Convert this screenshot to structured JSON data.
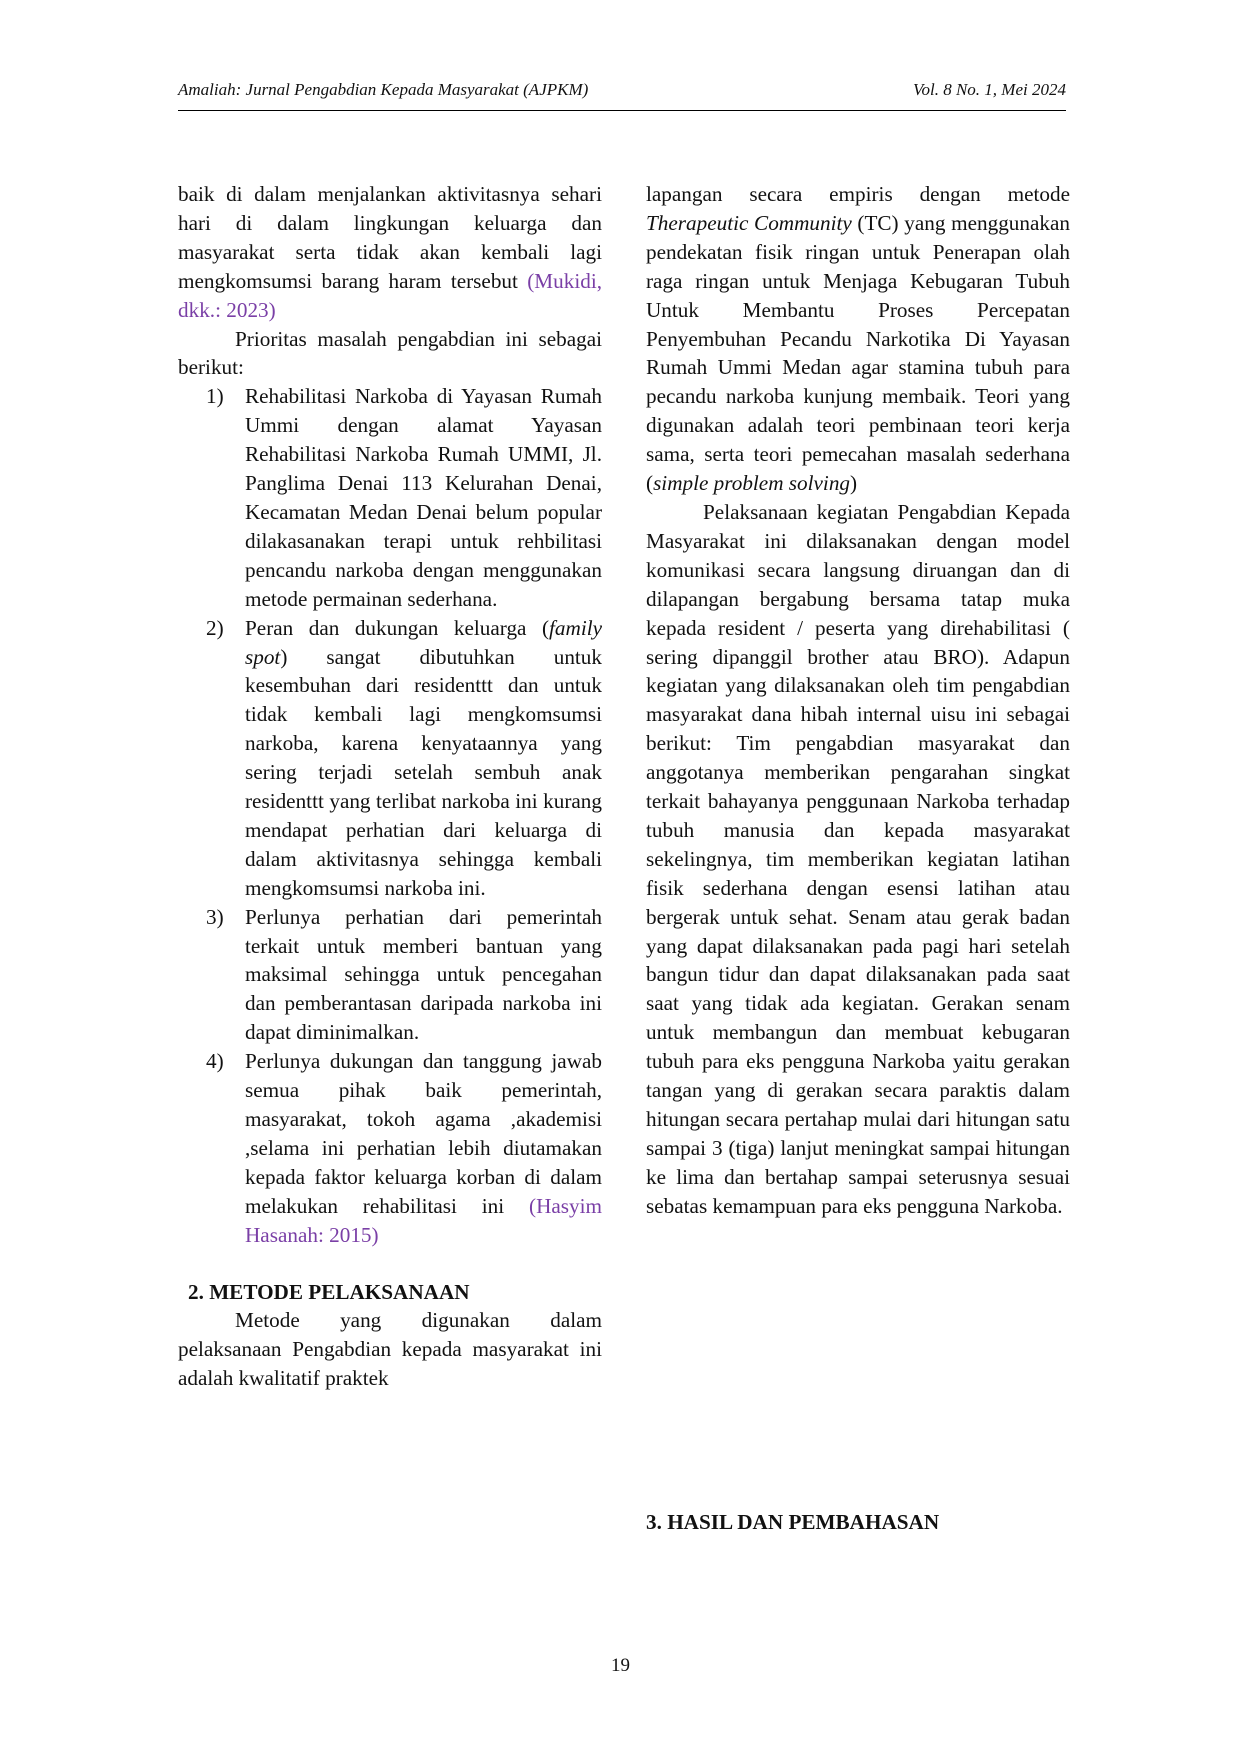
{
  "header": {
    "journal": "Amaliah: Jurnal Pengabdian Kepada Masyarakat (AJPKM)",
    "issue": "Vol. 8 No. 1, Mei 2024"
  },
  "left": {
    "p1_text": "baik di dalam menjalankan aktivitasnya sehari hari di dalam lingkungan keluarga dan masyarakat serta tidak akan kembali lagi mengkomsumsi barang haram tersebut ",
    "p1_cite": "(Mukidi, dkk.: 2023)",
    "p2_text": "Prioritas masalah pengabdian ini sebagai berikut:",
    "items": [
      {
        "num": "1)",
        "text": "Rehabilitasi Narkoba di Yayasan Rumah Ummi dengan alamat Yayasan Rehabilitasi Narkoba Rumah UMMI, Jl. Panglima Denai 113 Kelurahan Denai, Kecamatan Medan Denai belum popular dilakasanakan terapi untuk rehbilitasi pencandu narkoba dengan menggunakan metode permainan sederhana."
      },
      {
        "num": "2)",
        "text_a": "Peran dan dukungan keluarga (",
        "text_italic": "family spot",
        "text_b": ") sangat dibutuhkan untuk kesembuhan dari residenttt dan untuk tidak kembali lagi mengkomsumsi narkoba, karena kenyataannya yang sering terjadi setelah sembuh anak residenttt yang terlibat narkoba ini kurang mendapat perhatian dari keluarga di dalam aktivitasnya sehingga kembali mengkomsumsi narkoba ini."
      },
      {
        "num": "3)",
        "text": "Perlunya perhatian dari pemerintah terkait untuk memberi bantuan yang maksimal sehingga untuk pencegahan dan pemberantasan daripada narkoba ini dapat diminimalkan."
      },
      {
        "num": "4)",
        "text": "Perlunya dukungan dan tanggung jawab semua pihak baik pemerintah, masyarakat, tokoh agama ,akademisi ,selama ini perhatian lebih diutamakan kepada faktor keluarga korban di dalam melakukan rehabilitasi ini ",
        "cite": "(Hasyim Hasanah: 2015)"
      }
    ],
    "section2_title": "2.  METODE PELAKSANAAN",
    "section2_p": "Metode yang digunakan dalam pelaksanaan Pengabdian kepada masyarakat ini adalah kwalitatif praktek"
  },
  "right": {
    "p1_a": "lapangan secara empiris dengan metode ",
    "p1_italic1": "Therapeutic Community",
    "p1_b": " (TC) yang menggunakan pendekatan fisik ringan untuk Penerapan olah raga ringan untuk Menjaga Kebugaran Tubuh Untuk Membantu Proses Percepatan Penyembuhan Pecandu Narkotika Di Yayasan Rumah Ummi Medan agar stamina tubuh para pecandu narkoba kunjung membaik. Teori yang digunakan adalah teori pembinaan teori kerja sama, serta teori pemecahan masalah sederhana (",
    "p1_italic2": "simple problem solving",
    "p1_c": ")",
    "p2": "Pelaksanaan kegiatan Pengabdian Kepada Masyarakat ini dilaksanakan dengan model komunikasi secara langsung diruangan dan di dilapangan bergabung bersama tatap muka kepada resident / peserta yang direhabilitasi ( sering dipanggil brother atau BRO). Adapun kegiatan yang dilaksanakan oleh tim pengabdian masyarakat dana hibah internal uisu ini sebagai berikut: Tim pengabdian masyarakat dan anggotanya memberikan pengarahan singkat terkait bahayanya penggunaan Narkoba terhadap tubuh manusia dan kepada masyarakat sekelingnya, tim memberikan kegiatan latihan fisik sederhana dengan esensi latihan atau bergerak untuk sehat. Senam atau gerak badan yang dapat dilaksanakan pada pagi hari setelah bangun tidur dan dapat dilaksanakan pada saat saat yang tidak ada kegiatan. Gerakan senam untuk membangun dan membuat kebugaran tubuh para eks pengguna Narkoba yaitu gerakan tangan yang di gerakan secara paraktis dalam hitungan secara pertahap mulai dari hitungan satu sampai 3 (tiga) lanjut meningkat sampai hitungan ke lima dan bertahap sampai seterusnya sesuai sebatas kemampuan para eks pengguna Narkoba.",
    "section3_title": "3.  HASIL DAN PEMBAHASAN"
  },
  "page_number": "19"
}
